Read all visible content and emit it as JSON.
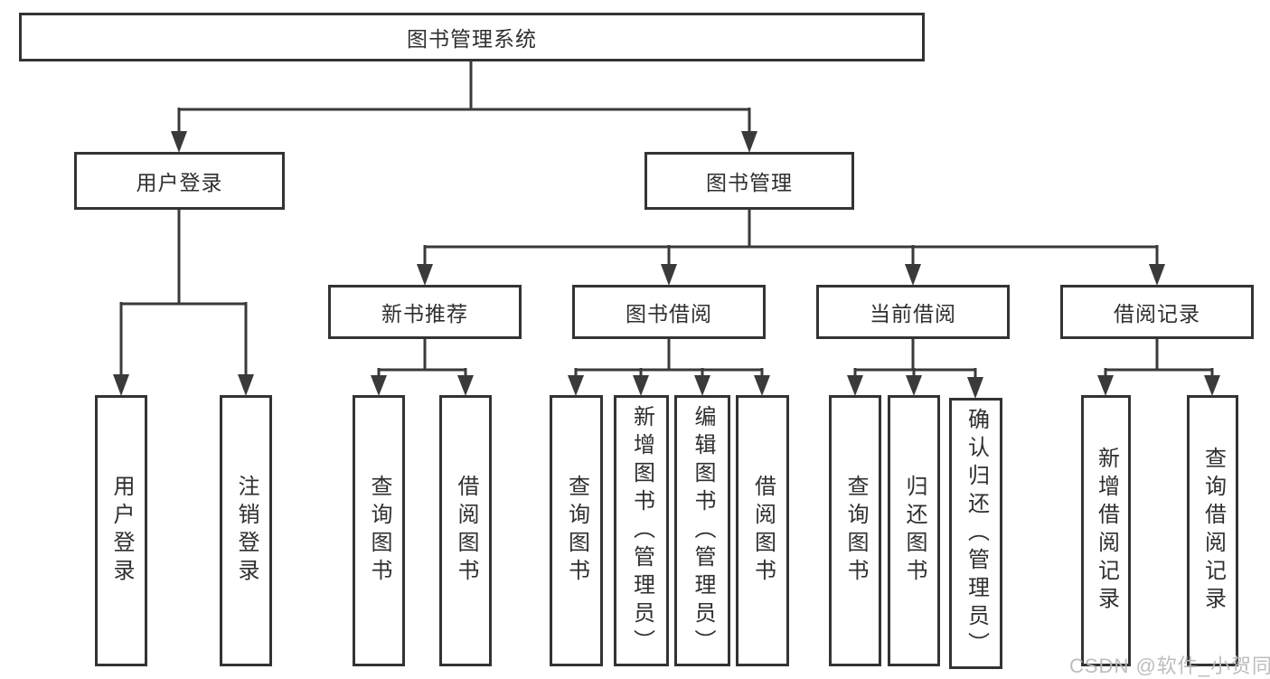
{
  "diagram": {
    "root": {
      "label": "图书管理系统",
      "children": [
        {
          "label": "用户登录",
          "children": [
            {
              "label": "用户登录"
            },
            {
              "label": "注销登录"
            }
          ]
        },
        {
          "label": "图书管理",
          "children": [
            {
              "label": "新书推荐",
              "children": [
                {
                  "label": "查询图书"
                },
                {
                  "label": "借阅图书"
                }
              ]
            },
            {
              "label": "图书借阅",
              "children": [
                {
                  "label": "查询图书"
                },
                {
                  "label": "新增图书（管理员）"
                },
                {
                  "label": "编辑图书（管理员）"
                },
                {
                  "label": "借阅图书"
                }
              ]
            },
            {
              "label": "当前借阅",
              "children": [
                {
                  "label": "查询图书"
                },
                {
                  "label": "归还图书"
                },
                {
                  "label": "确认归还（管理员）"
                }
              ]
            },
            {
              "label": "借阅记录",
              "children": [
                {
                  "label": "新增借阅记录"
                },
                {
                  "label": "查询借阅记录"
                }
              ]
            }
          ]
        }
      ]
    }
  },
  "watermark": {
    "text": "CSDN @软件_小贺同学"
  },
  "colors": {
    "line": "#3a3a3a",
    "box_border": "#333333",
    "text": "#2f2f2f",
    "background": "#ffffff",
    "watermark": "#b9b9b9"
  }
}
